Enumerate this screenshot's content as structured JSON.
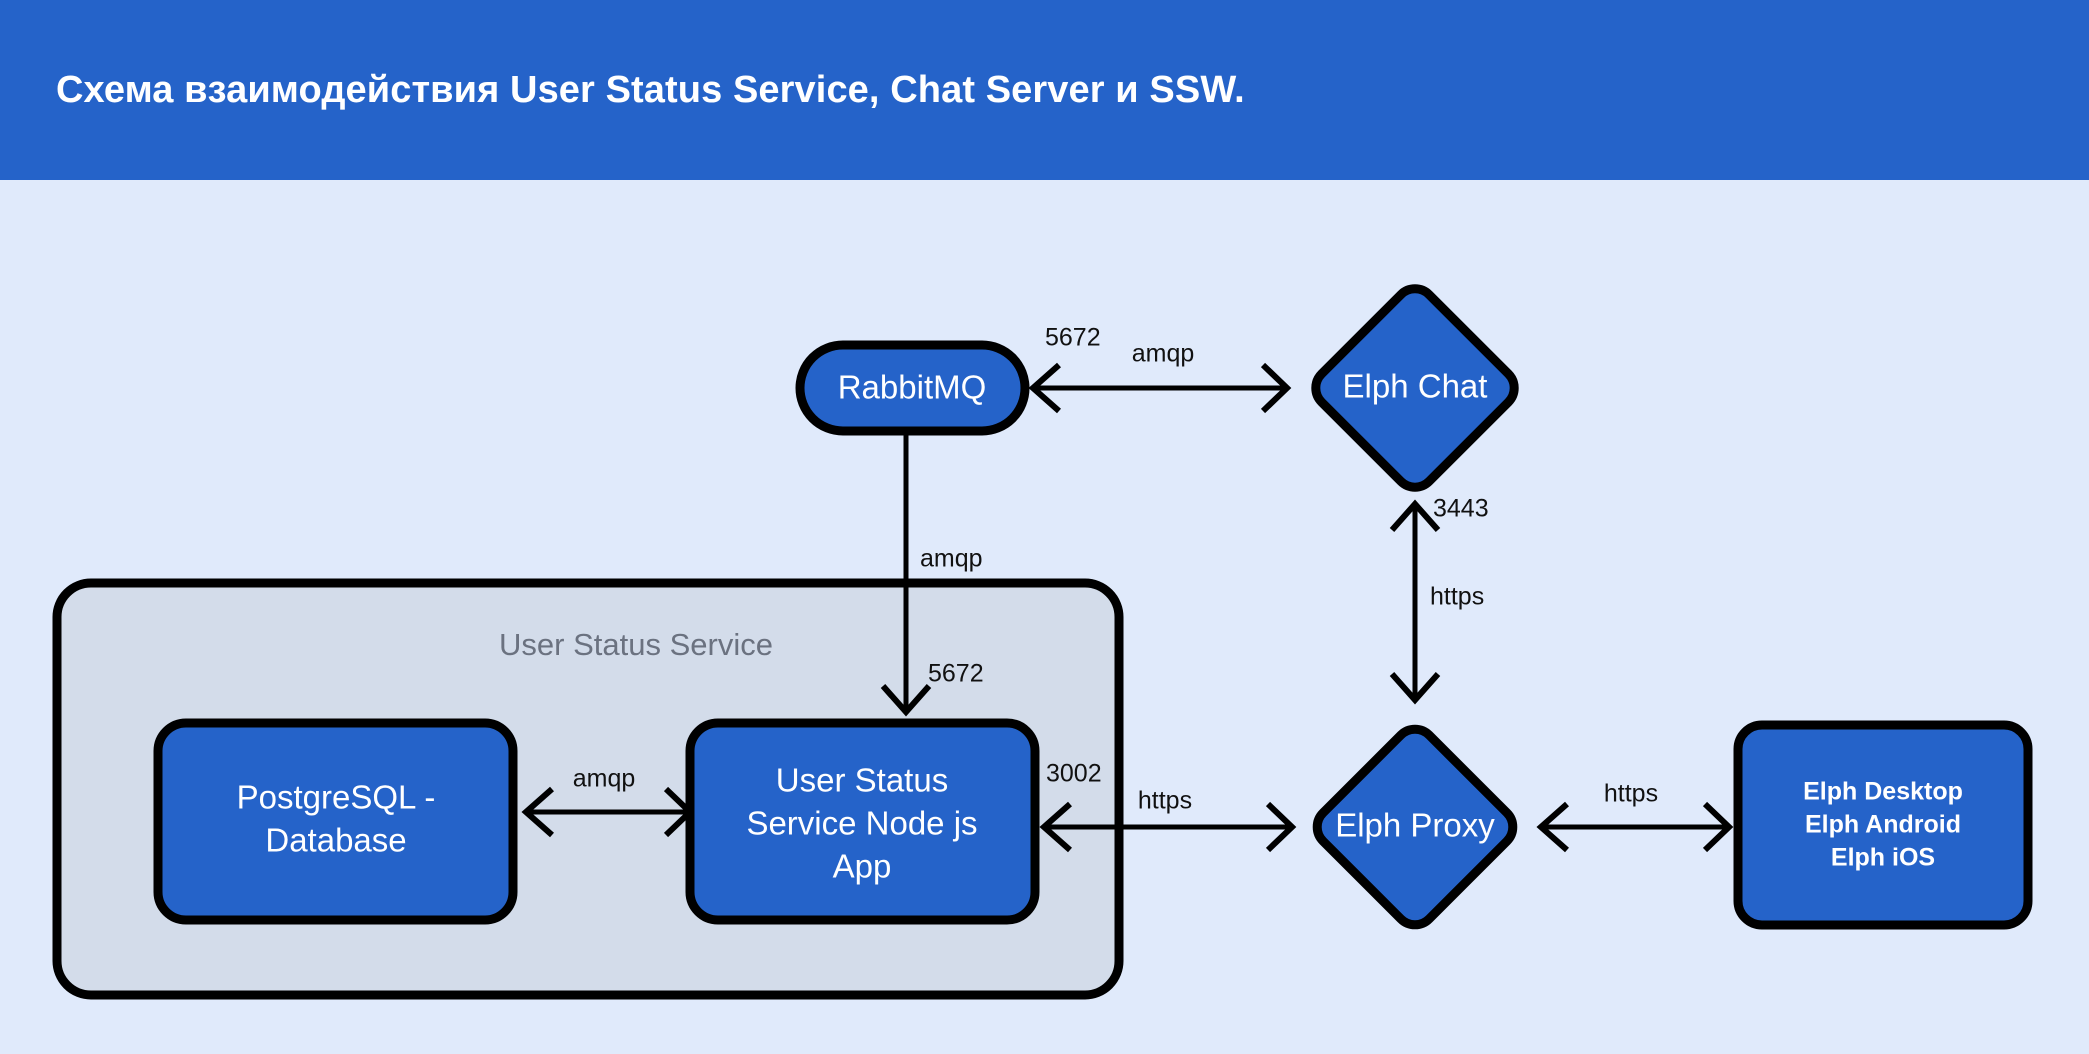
{
  "header": {
    "title": "Схема взаимодействия User Status Service, Chat Server и SSW.",
    "background_color": "#2563c9",
    "text_color": "#ffffff"
  },
  "canvas": {
    "background_color": "#e0eafb"
  },
  "colors": {
    "node_fill": "#2563c9",
    "node_border": "#000000",
    "node_text": "#ffffff",
    "group_fill": "#d3dcea",
    "group_border": "#000000",
    "group_text": "#6b7280",
    "edge": "#000000",
    "edge_text": "#111111"
  },
  "chart_data": {
    "type": "diagram",
    "title": "Схема взаимодействия User Status Service, Chat Server и SSW.",
    "nodes": [
      {
        "id": "rabbitmq",
        "label": "RabbitMQ",
        "shape": "stadium"
      },
      {
        "id": "elph-chat",
        "label": "Elph Chat",
        "shape": "diamond"
      },
      {
        "id": "postgres",
        "label": "PostgreSQL - Database",
        "shape": "rounded-rect"
      },
      {
        "id": "node-app",
        "label": "User Status Service Node js App",
        "shape": "rounded-rect"
      },
      {
        "id": "elph-proxy",
        "label": "Elph Proxy",
        "shape": "diamond"
      },
      {
        "id": "clients",
        "label": "Elph Desktop Elph Android Elph iOS",
        "shape": "rounded-rect"
      }
    ],
    "groups": [
      {
        "id": "user-status-service",
        "label": "User Status Service",
        "members": [
          "postgres",
          "node-app"
        ]
      }
    ],
    "edges": [
      {
        "from": "rabbitmq",
        "to": "elph-chat",
        "protocol": "amqp",
        "port": "5672",
        "direction": "both"
      },
      {
        "from": "node-app",
        "to": "rabbitmq",
        "protocol": "amqp",
        "port": "5672",
        "direction": "both"
      },
      {
        "from": "elph-chat",
        "to": "elph-proxy",
        "protocol": "https",
        "port": "3443",
        "direction": "both"
      },
      {
        "from": "postgres",
        "to": "node-app",
        "protocol": "amqp",
        "port": "",
        "direction": "both"
      },
      {
        "from": "node-app",
        "to": "elph-proxy",
        "protocol": "https",
        "port": "3002",
        "direction": "both"
      },
      {
        "from": "elph-proxy",
        "to": "clients",
        "protocol": "https",
        "port": "",
        "direction": "both"
      }
    ]
  },
  "nodes": {
    "rabbitmq": {
      "label": "RabbitMQ"
    },
    "elph_chat": {
      "label": "Elph Chat"
    },
    "postgres": {
      "line1": "PostgreSQL -",
      "line2": "Database"
    },
    "node_app": {
      "line1": "User Status",
      "line2": "Service Node js",
      "line3": "App"
    },
    "elph_proxy": {
      "label": "Elph Proxy"
    },
    "clients": {
      "line1": "Elph Desktop",
      "line2": "Elph Android",
      "line3": "Elph iOS"
    }
  },
  "group": {
    "label": "User Status Service"
  },
  "edge_labels": {
    "rabbit_chat_port": "5672",
    "rabbit_chat_proto": "amqp",
    "app_rabbit_proto": "amqp",
    "app_rabbit_port": "5672",
    "chat_proxy_port": "3443",
    "chat_proxy_proto": "https",
    "pg_app_proto": "amqp",
    "app_proxy_port": "3002",
    "app_proxy_proto": "https",
    "proxy_clients_proto": "https"
  }
}
